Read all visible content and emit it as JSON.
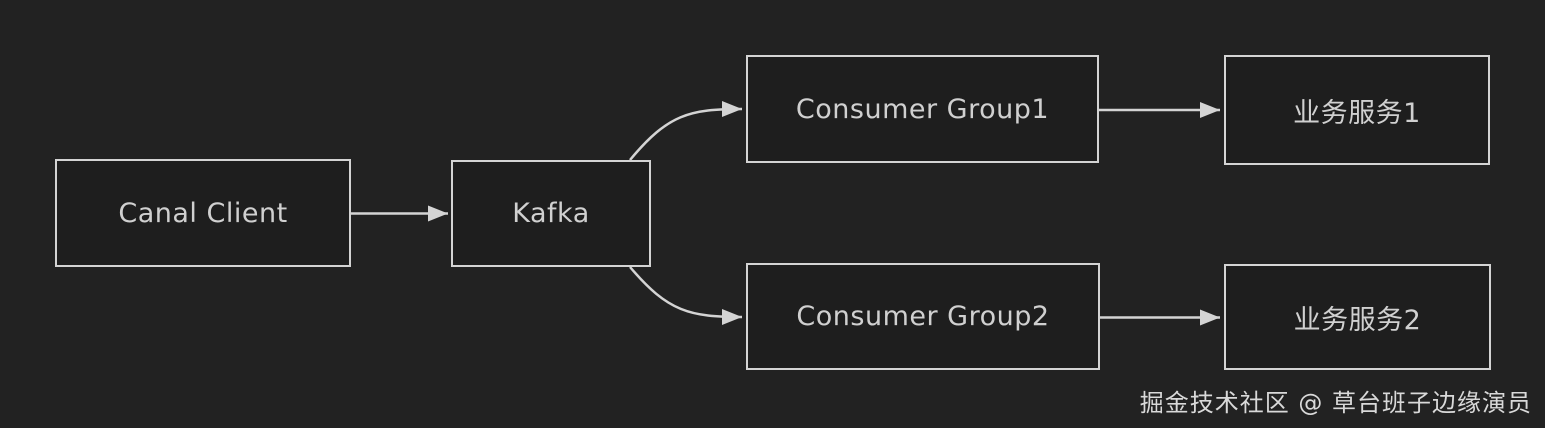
{
  "diagram": {
    "nodes": {
      "canal_client": {
        "label": "Canal Client"
      },
      "kafka": {
        "label": "Kafka"
      },
      "consumer_group1": {
        "label": "Consumer Group1"
      },
      "consumer_group2": {
        "label": "Consumer Group2"
      },
      "service1": {
        "label": "业务服务1"
      },
      "service2": {
        "label": "业务服务2"
      }
    },
    "edges": [
      {
        "from": "Canal Client",
        "to": "Kafka",
        "style": "straight-arrow"
      },
      {
        "from": "Kafka",
        "to": "Consumer Group1",
        "style": "curved-arrow"
      },
      {
        "from": "Kafka",
        "to": "Consumer Group2",
        "style": "curved-arrow"
      },
      {
        "from": "Consumer Group1",
        "to": "业务服务1",
        "style": "straight-arrow"
      },
      {
        "from": "Consumer Group2",
        "to": "业务服务2",
        "style": "straight-arrow"
      }
    ],
    "colors": {
      "background": "#222222",
      "node_fill": "#1e1e1e",
      "node_border": "#d4d4d4",
      "text": "#d0d0d0",
      "arrow": "#d4d4d4"
    }
  },
  "watermark": {
    "text": "掘金技术社区 @ 草台班子边缘演员"
  }
}
